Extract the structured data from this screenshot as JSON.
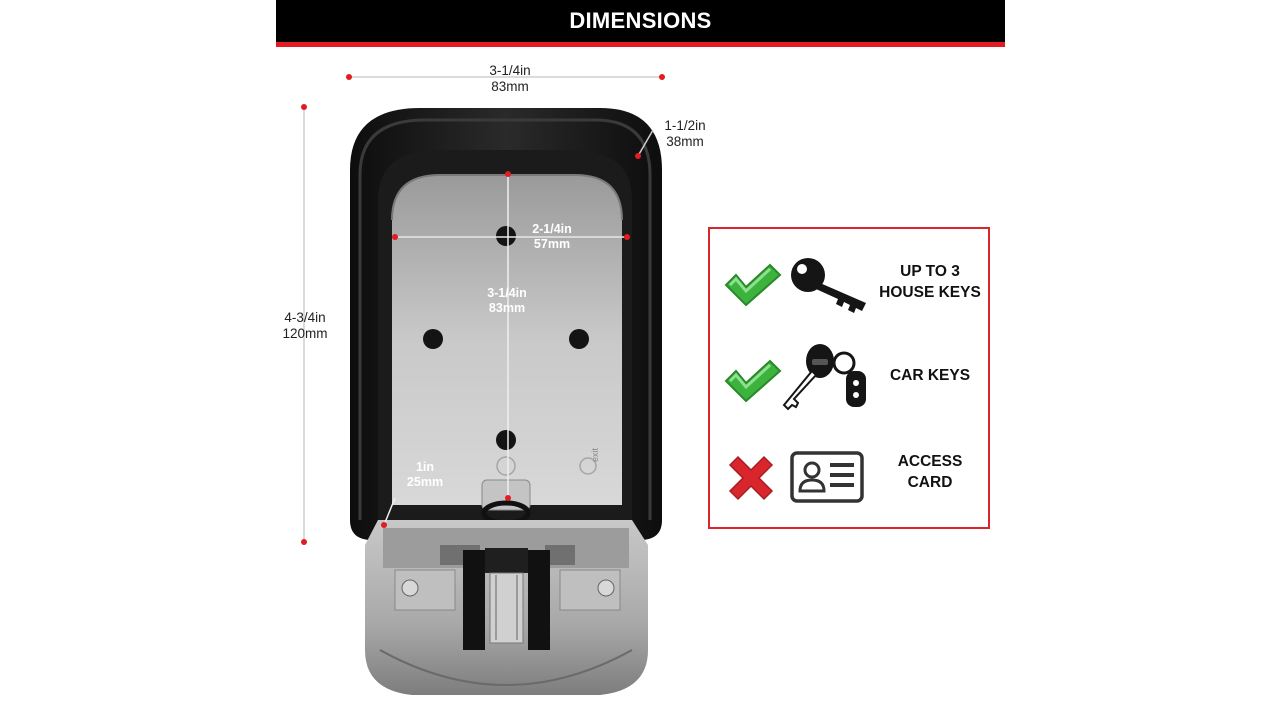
{
  "header": {
    "title": "DIMENSIONS"
  },
  "dimensions": {
    "width_top": {
      "imperial": "3-1/4in",
      "metric": "83mm"
    },
    "depth": {
      "imperial": "1-1/2in",
      "metric": "38mm"
    },
    "height": {
      "imperial": "4-3/4in",
      "metric": "120mm"
    },
    "inner_width": {
      "imperial": "2-1/4in",
      "metric": "57mm"
    },
    "inner_height": {
      "imperial": "3-1/4in",
      "metric": "83mm"
    },
    "slot_depth": {
      "imperial": "1in",
      "metric": "25mm"
    }
  },
  "features": {
    "items": [
      {
        "line1": "UP TO 3",
        "line2": "HOUSE KEYS",
        "status_icon": "check-icon",
        "icon": "house-key-icon"
      },
      {
        "line1": "CAR KEYS",
        "line2": "",
        "status_icon": "check-icon",
        "icon": "car-key-icon"
      },
      {
        "line1": "ACCESS",
        "line2": "CARD",
        "status_icon": "cross-icon",
        "icon": "id-card-icon"
      }
    ]
  },
  "colors": {
    "accent_red": "#e31b23",
    "check_green": "#3cb33c",
    "cross_red": "#d9252c",
    "box_black": "#151515",
    "box_silver": "#b9b9b9"
  }
}
